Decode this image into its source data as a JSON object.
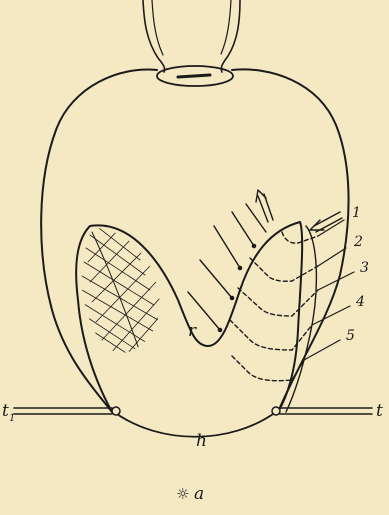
{
  "diagram": {
    "background_color": "#f4e9c2",
    "ink_color": "#1b1b1b",
    "labels": {
      "r": "r",
      "h": "h",
      "t_left": "t",
      "t_left_sub": "1",
      "t_right": "t"
    },
    "layer_numbers": [
      "1",
      "2",
      "3",
      "4",
      "5"
    ],
    "caption_symbol": "☼",
    "caption_letter": "a"
  }
}
